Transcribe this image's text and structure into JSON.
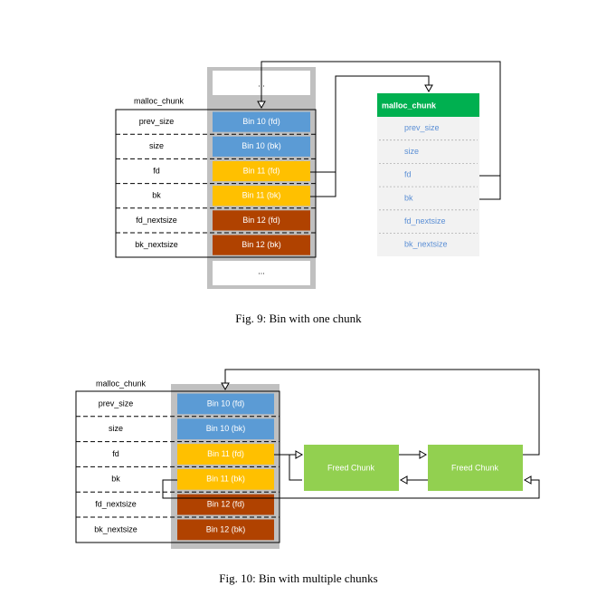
{
  "colors": {
    "blue": "#5b9bd5",
    "yellow": "#ffc000",
    "brown": "#b04200",
    "green_header": "#00b050",
    "green_chunk": "#92d050",
    "gray_frame": "#c0c0c0",
    "light_row": "#f2f2f2",
    "link_text": "#5b8fd5"
  },
  "fig9": {
    "caption": "Fig. 9: Bin with one chunk",
    "struct_title": "malloc_chunk",
    "fields": [
      "prev_size",
      "size",
      "fd",
      "bk",
      "fd_nextsize",
      "bk_nextsize"
    ],
    "bins": [
      "Bin 10 (fd)",
      "Bin 10 (bk)",
      "Bin 11 (fd)",
      "Bin 11 (bk)",
      "Bin 12 (fd)",
      "Bin 12 (bk)"
    ],
    "ellipsis_top": "...",
    "ellipsis_bottom": "...",
    "chunk_title": "malloc_chunk",
    "chunk_fields": [
      "prev_size",
      "size",
      "fd",
      "bk",
      "fd_nextsize",
      "bk_nextsize"
    ]
  },
  "fig10": {
    "caption": "Fig. 10: Bin with multiple chunks",
    "struct_title": "malloc_chunk",
    "fields": [
      "prev_size",
      "size",
      "fd",
      "bk",
      "fd_nextsize",
      "bk_nextsize"
    ],
    "bins": [
      "Bin 10 (fd)",
      "Bin 10 (bk)",
      "Bin 11 (fd)",
      "Bin 11 (bk)",
      "Bin 12 (fd)",
      "Bin 12 (bk)"
    ],
    "freed_chunks": [
      "Freed Chunk",
      "Freed Chunk"
    ]
  }
}
